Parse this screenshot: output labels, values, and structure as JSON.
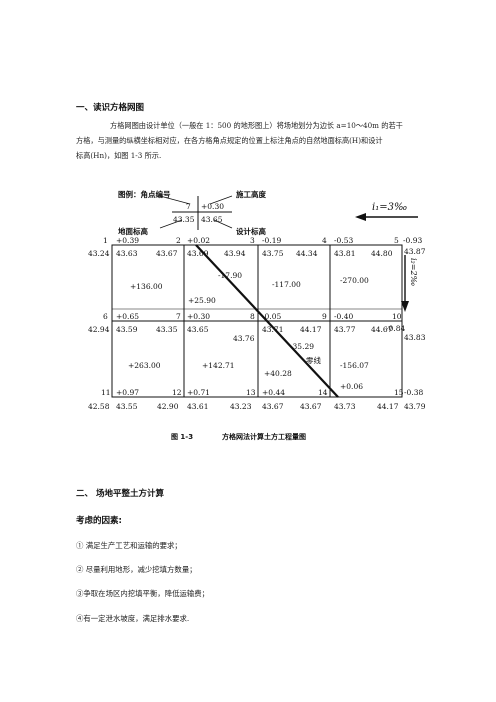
{
  "section1": {
    "heading": "一、读识方格网图",
    "para_lines": [
      "方格网图由设计单位（一般在 1：500 的地形图上）将场地划分为边长 a=10～40m 的若干",
      "方格，与测量的纵横坐标相对应，在各方格角点规定的位置上标注角点的自然地面标高(H)和设计",
      "标高(Hn)，如图 1-3 所示."
    ]
  },
  "figure": {
    "legend": {
      "title": "图例：角点编号",
      "construction_height": "施工高度",
      "ground_elevation": "地面标高",
      "design_elevation": "设计标高",
      "corner": "7",
      "h": "+0.30",
      "ground": "43.35",
      "design": "43.65"
    },
    "slope_i1": "i₁=3‰",
    "slope_i2": "i₂=2‰",
    "corners": [
      {
        "n": "1",
        "h": "+0.39",
        "ground": "43.24",
        "design": "43.63"
      },
      {
        "n": "2",
        "h": "+0.02",
        "ground": "43.67",
        "design": "43.69"
      },
      {
        "n": "3",
        "h": "-0.19",
        "ground": "43.94",
        "design": "43.75"
      },
      {
        "n": "4",
        "h": "-0.53",
        "ground": "44.34",
        "design": "43.81"
      },
      {
        "n": "5",
        "h": "-0.93",
        "ground": "44.80",
        "design": "43.87"
      },
      {
        "n": "6",
        "h": "+0.65",
        "ground": "42.94",
        "design": "43.59"
      },
      {
        "n": "7",
        "h": "+0.30",
        "ground": "43.35",
        "design": "43.65"
      },
      {
        "n": "8",
        "h": "-0.05",
        "ground": "43.76",
        "design": "43.71"
      },
      {
        "n": "9",
        "h": "-0.40",
        "ground": "44.17",
        "design": "43.77"
      },
      {
        "n": "10",
        "h": "-0.84",
        "ground": "44.67",
        "design": "43.83"
      },
      {
        "n": "11",
        "h": "+0.97",
        "ground": "42.58",
        "design": "43.55"
      },
      {
        "n": "12",
        "h": "+0.71",
        "ground": "42.90",
        "design": "43.61"
      },
      {
        "n": "13",
        "h": "+0.44",
        "ground": "43.23",
        "design": "43.67"
      },
      {
        "n": "14",
        "h": "+0.06",
        "ground": "43.67",
        "design": "43.73"
      },
      {
        "n": "15",
        "h": "-0.38",
        "ground": "44.17",
        "design": "43.79"
      }
    ],
    "volumes": [
      "+136.00",
      "-17.90",
      "+25.90",
      "-117.00",
      "-270.00",
      "+263.00",
      "+142.71",
      "-35.29",
      "+40.28",
      "-156.07"
    ],
    "zero_line": "零线",
    "caption_num": "图 1-3",
    "caption_text": "方格网法计算土方工程量图"
  },
  "section2": {
    "heading": "二、  场地平整土方计算",
    "subheading": "考虑的因素:",
    "items": [
      "① 满足生产工艺和运输的要求；",
      "② 尽量利用地形，减少挖填方数量；",
      "③争取在场区内挖填平衡，降低运输费；",
      "④有一定泄水坡度，满足排水要求."
    ]
  }
}
